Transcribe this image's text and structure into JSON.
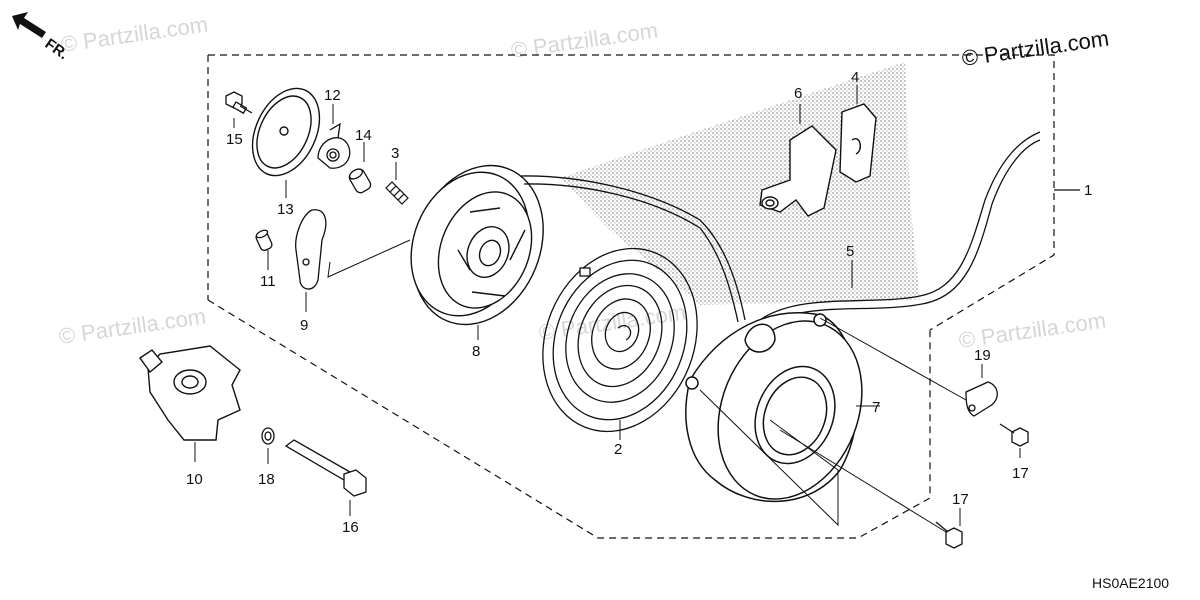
{
  "watermark_text": "© Partzilla.com",
  "copyright_main": "© Partzilla.com",
  "direction_label": "FR.",
  "diagram_code": "HS0AE2100",
  "callouts": [
    "1",
    "2",
    "3",
    "4",
    "5",
    "6",
    "7",
    "8",
    "9",
    "10",
    "11",
    "12",
    "13",
    "14",
    "15",
    "16",
    "17",
    "17",
    "18",
    "19"
  ],
  "colors": {
    "line": "#111111",
    "stipple": "#bdbdbd",
    "watermark": "#d6d6d6"
  }
}
